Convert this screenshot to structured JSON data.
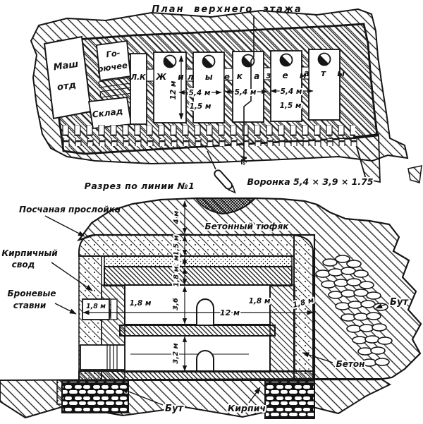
{
  "plan": {
    "title": "План верхнего этажа",
    "machine_room": [
      "Маш",
      "отд"
    ],
    "fuel_room": [
      "Го-",
      "рючее"
    ],
    "storage_room": "Склад",
    "stair_room": "Л.К",
    "casemate_letters": [
      "Ж и",
      "л ы е",
      "к а",
      "з е м",
      "а т ы"
    ],
    "dim_height": "12 м",
    "dim_bay": "5,4 м",
    "dim_wall": "1,5 м",
    "section_line_mark": "№"
  },
  "section": {
    "title": "Разрез по линии №1",
    "crater_label": "Воронка 5,4 × 3,9 × 1.75",
    "sand_label": "Посчаная прослойка",
    "mattress_label": "Бетонный тюфяк",
    "vault_label": [
      "Кирпичный",
      "свод"
    ],
    "shutters_label": [
      "Броневые",
      "ставни"
    ],
    "chain_dims": [
      "4 м",
      "1,5 м",
      "1 м",
      "1,8 м",
      "3,6",
      "3,2 м"
    ],
    "dim_window": "1,8 м",
    "dim_pier": "1,8 м",
    "dim_span": "12 м",
    "dim_right": "1,8 м",
    "dim_wall_col": "1,8 м",
    "label_rubble_right": "Бут",
    "label_concrete": "Бетон",
    "label_rubble_bottom": "Бут",
    "label_brick": "Кирпич"
  }
}
